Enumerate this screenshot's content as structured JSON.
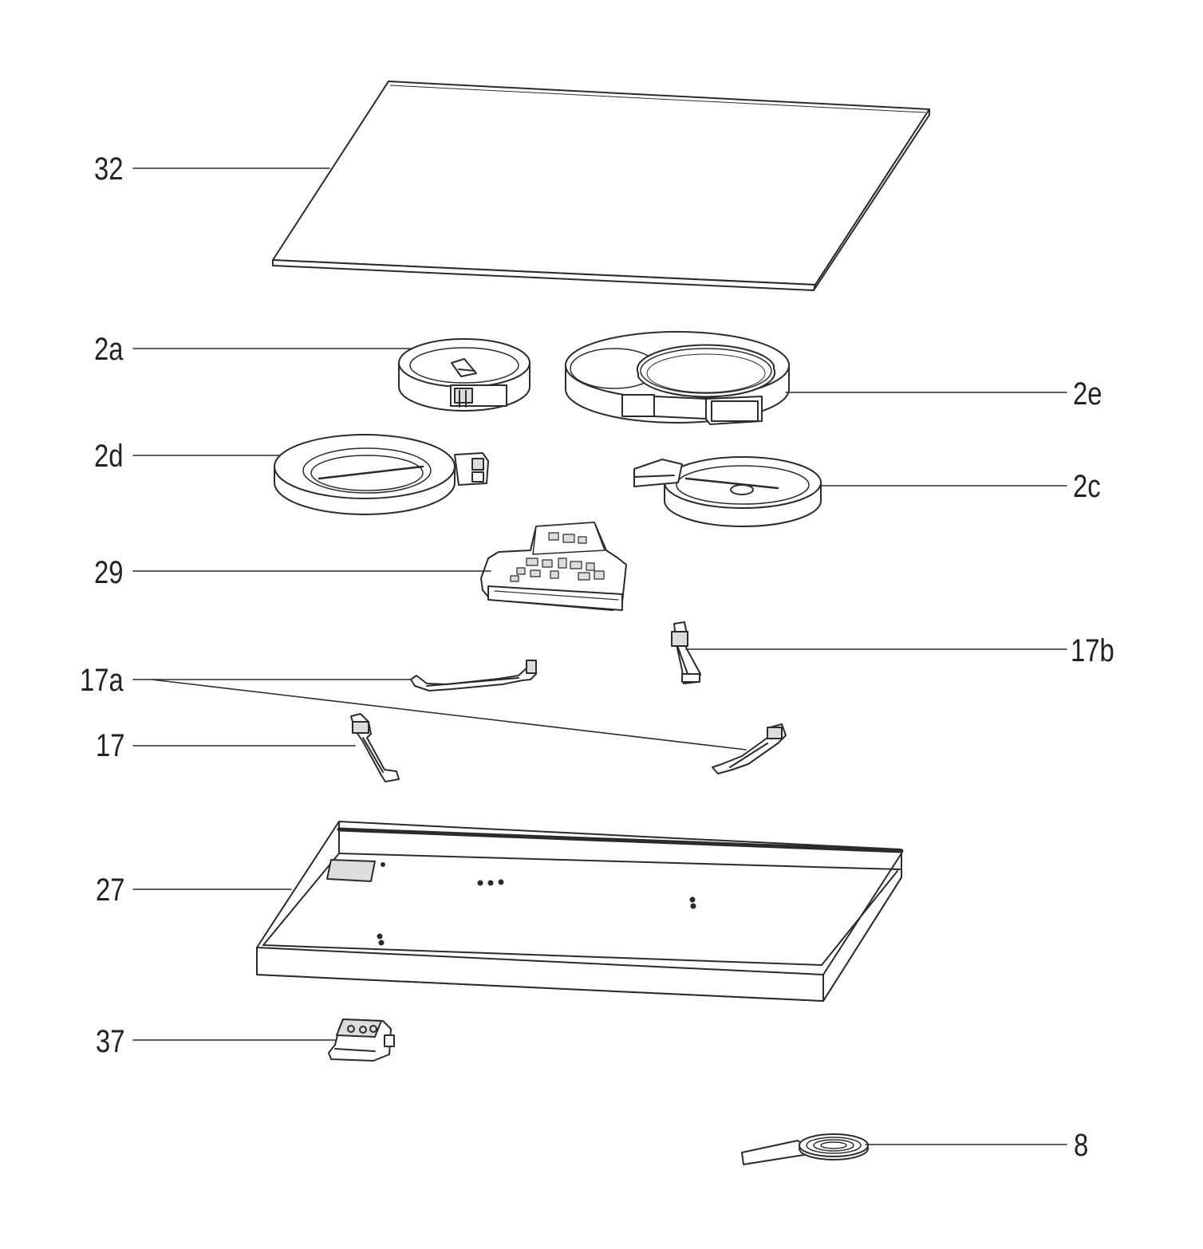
{
  "colors": {
    "line": "#2b2b2b",
    "fill": "#ffffff",
    "shade": "#dcdcdc"
  },
  "labels": {
    "l32": "32",
    "l2a": "2a",
    "l2e": "2e",
    "l2d": "2d",
    "l2c": "2c",
    "l29": "29",
    "l17b": "17b",
    "l17a": "17a",
    "l17": "17",
    "l27": "27",
    "l37": "37",
    "l8": "8"
  }
}
